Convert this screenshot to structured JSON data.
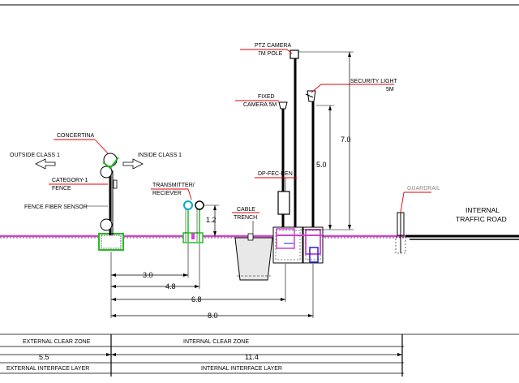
{
  "labels": {
    "ptz_camera": "PTZ CAMERA",
    "ptz_pole": "7M POLE",
    "security_light": "SECURITY LIGHT",
    "security_light_height": "5M",
    "fixed": "FIXED",
    "fixed_camera": "CAMERA 5M",
    "concertina": "CONCERTINA",
    "outside_class": "OUTSIDE CLASS 1",
    "inside_class": "INSIDE CLASS 1",
    "category_fence_1": "CATEGORY-1",
    "category_fence_2": "FENCE",
    "fence_fiber_sensor": "FENCE FIBER SENSOR",
    "transmitter": "TRANSMITTER/",
    "receiver": "RECIEVER",
    "cable": "CABLE",
    "trench": "TRENCH",
    "dp_fec": "DP-FEC-PEN",
    "guardrail": "GUARDRAIL",
    "internal": "INTERNAL",
    "traffic_road": "TRAFFIC ROAD"
  },
  "dimensions": {
    "d_7_0": "7.0",
    "d_5_0": "5.0",
    "d_1_2": "1.2",
    "d_3_0": "3.0",
    "d_4_8": "4.8",
    "d_6_8": "6.8",
    "d_8_0": "8.0",
    "d_5_5": "5.5",
    "d_11_4": "11.4"
  },
  "zones": {
    "external_clear_zone": "EXTERNAL CLEAR ZONE",
    "internal_clear_zone": "INTERNAL CLEAR ZONE",
    "external_interface_layer": "EXTERNAL INTERFACE LAYER",
    "internal_interface_layer": "INTERNAL INTERFACE LAYER"
  },
  "colors": {
    "ground": "#cc44cc",
    "leader": "#e00000",
    "green": "#22bb22",
    "cyan": "#00aacc",
    "blue": "#2222cc"
  }
}
